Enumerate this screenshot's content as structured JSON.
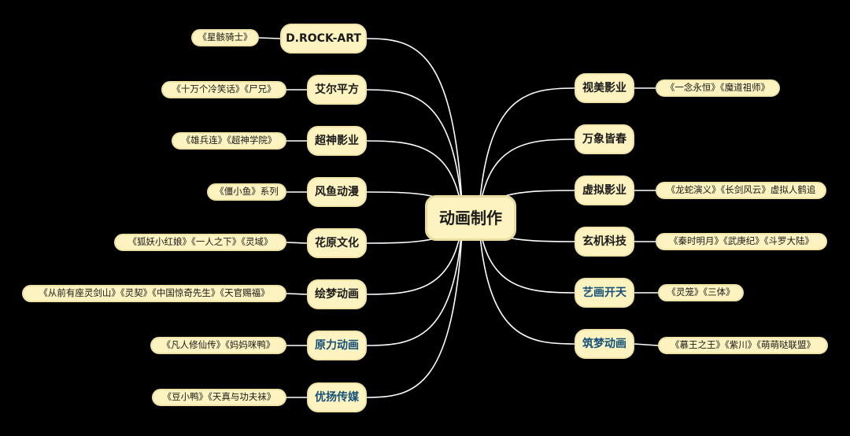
{
  "root": "动画制作",
  "colors": {
    "background": "#000000",
    "node_fill": "#fdf3c0",
    "line": "#ffffff",
    "accent_text": "#13507a"
  },
  "left_branches": [
    {
      "label": "D.ROCK-ART",
      "works": "《星骸骑士》"
    },
    {
      "label": "艾尔平方",
      "works": "《十万个冷笑话》《尸兄》"
    },
    {
      "label": "超神影业",
      "works": "《雄兵连》《超神学院》"
    },
    {
      "label": "风鱼动漫",
      "works": "《僵小鱼》系列"
    },
    {
      "label": "花原文化",
      "works": "《狐妖小红娘》《一人之下》《灵域》"
    },
    {
      "label": "绘梦动画",
      "works": "《从前有座灵剑山》《灵契》《中国惊奇先生》《天官赐福》"
    },
    {
      "label": "原力动画",
      "works": "《凡人修仙传》《妈妈咪鸭》"
    },
    {
      "label": "优扬传媒",
      "works": "《豆小鸭》《天真与功夫袜》"
    }
  ],
  "right_branches": [
    {
      "label": "视美影业",
      "works": "《一念永恒》《魔道祖师》"
    },
    {
      "label": "万象皆春",
      "works": ""
    },
    {
      "label": "虚拟影业",
      "works": "《龙蛇演义》《长剑风云》虚拟人鹤追"
    },
    {
      "label": "玄机科技",
      "works": "《秦时明月》《武庚纪》《斗罗大陆》"
    },
    {
      "label": "艺画开天",
      "works": "《灵笼》《三体》"
    },
    {
      "label": "筑梦动画",
      "works": "《慕王之王》《紫川》《萌萌哒联盟》"
    }
  ]
}
